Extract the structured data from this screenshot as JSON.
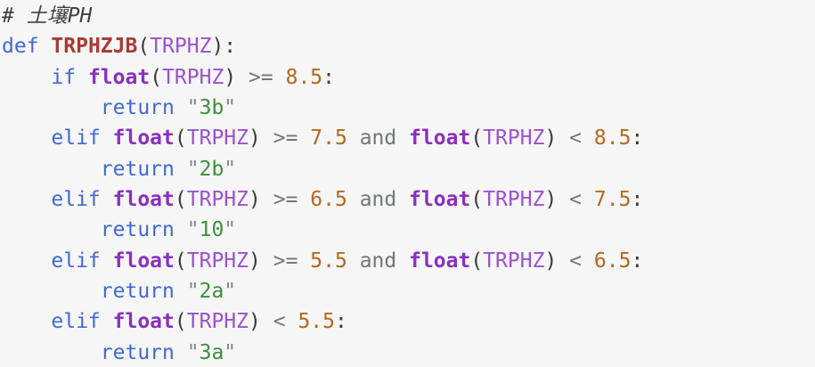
{
  "colors": {
    "background": "#f6f6f6",
    "comment": "#404040",
    "keyword": "#4169d1",
    "function": "#a93b32",
    "builtin": "#8a2fbe",
    "variable": "#9b51cf",
    "number": "#b5671d",
    "string": "#3e8e3e",
    "string_quote": "#7d858d",
    "operator": "#71767b",
    "punct": "#3a3a3a"
  },
  "code": {
    "language": "python",
    "comment_text": "# 土壤PH",
    "function_name": "TRPHZJB",
    "parameter": "TRPHZ",
    "return_values": [
      "3b",
      "2b",
      "10",
      "2a",
      "3a"
    ],
    "thresholds": [
      "8.5",
      "7.5",
      "6.5",
      "5.5"
    ],
    "lines": [
      [
        [
          "comment",
          "# 土壤PH"
        ]
      ],
      [
        [
          "kw",
          "def"
        ],
        [
          "plain",
          " "
        ],
        [
          "fn",
          "TRPHZJB"
        ],
        [
          "punct",
          "("
        ],
        [
          "var",
          "TRPHZ"
        ],
        [
          "punct",
          "):"
        ]
      ],
      [
        [
          "plain",
          "    "
        ],
        [
          "kw",
          "if"
        ],
        [
          "plain",
          " "
        ],
        [
          "builtin",
          "float"
        ],
        [
          "punct",
          "("
        ],
        [
          "var",
          "TRPHZ"
        ],
        [
          "punct",
          ")"
        ],
        [
          "plain",
          " "
        ],
        [
          "op",
          ">="
        ],
        [
          "plain",
          " "
        ],
        [
          "num",
          "8.5"
        ],
        [
          "punct",
          ":"
        ]
      ],
      [
        [
          "plain",
          "        "
        ],
        [
          "kw",
          "return"
        ],
        [
          "plain",
          " "
        ],
        [
          "strq",
          "\""
        ],
        [
          "str",
          "3b"
        ],
        [
          "strq",
          "\""
        ]
      ],
      [
        [
          "plain",
          "    "
        ],
        [
          "kw",
          "elif"
        ],
        [
          "plain",
          " "
        ],
        [
          "builtin",
          "float"
        ],
        [
          "punct",
          "("
        ],
        [
          "var",
          "TRPHZ"
        ],
        [
          "punct",
          ")"
        ],
        [
          "plain",
          " "
        ],
        [
          "op",
          ">="
        ],
        [
          "plain",
          " "
        ],
        [
          "num",
          "7.5"
        ],
        [
          "plain",
          " "
        ],
        [
          "op",
          "and"
        ],
        [
          "plain",
          " "
        ],
        [
          "builtin",
          "float"
        ],
        [
          "punct",
          "("
        ],
        [
          "var",
          "TRPHZ"
        ],
        [
          "punct",
          ")"
        ],
        [
          "plain",
          " "
        ],
        [
          "op",
          "<"
        ],
        [
          "plain",
          " "
        ],
        [
          "num",
          "8.5"
        ],
        [
          "punct",
          ":"
        ]
      ],
      [
        [
          "plain",
          "        "
        ],
        [
          "kw",
          "return"
        ],
        [
          "plain",
          " "
        ],
        [
          "strq",
          "\""
        ],
        [
          "str",
          "2b"
        ],
        [
          "strq",
          "\""
        ]
      ],
      [
        [
          "plain",
          "    "
        ],
        [
          "kw",
          "elif"
        ],
        [
          "plain",
          " "
        ],
        [
          "builtin",
          "float"
        ],
        [
          "punct",
          "("
        ],
        [
          "var",
          "TRPHZ"
        ],
        [
          "punct",
          ")"
        ],
        [
          "plain",
          " "
        ],
        [
          "op",
          ">="
        ],
        [
          "plain",
          " "
        ],
        [
          "num",
          "6.5"
        ],
        [
          "plain",
          " "
        ],
        [
          "op",
          "and"
        ],
        [
          "plain",
          " "
        ],
        [
          "builtin",
          "float"
        ],
        [
          "punct",
          "("
        ],
        [
          "var",
          "TRPHZ"
        ],
        [
          "punct",
          ")"
        ],
        [
          "plain",
          " "
        ],
        [
          "op",
          "<"
        ],
        [
          "plain",
          " "
        ],
        [
          "num",
          "7.5"
        ],
        [
          "punct",
          ":"
        ]
      ],
      [
        [
          "plain",
          "        "
        ],
        [
          "kw",
          "return"
        ],
        [
          "plain",
          " "
        ],
        [
          "strq",
          "\""
        ],
        [
          "str",
          "10"
        ],
        [
          "strq",
          "\""
        ]
      ],
      [
        [
          "plain",
          "    "
        ],
        [
          "kw",
          "elif"
        ],
        [
          "plain",
          " "
        ],
        [
          "builtin",
          "float"
        ],
        [
          "punct",
          "("
        ],
        [
          "var",
          "TRPHZ"
        ],
        [
          "punct",
          ")"
        ],
        [
          "plain",
          " "
        ],
        [
          "op",
          ">="
        ],
        [
          "plain",
          " "
        ],
        [
          "num",
          "5.5"
        ],
        [
          "plain",
          " "
        ],
        [
          "op",
          "and"
        ],
        [
          "plain",
          " "
        ],
        [
          "builtin",
          "float"
        ],
        [
          "punct",
          "("
        ],
        [
          "var",
          "TRPHZ"
        ],
        [
          "punct",
          ")"
        ],
        [
          "plain",
          " "
        ],
        [
          "op",
          "<"
        ],
        [
          "plain",
          " "
        ],
        [
          "num",
          "6.5"
        ],
        [
          "punct",
          ":"
        ]
      ],
      [
        [
          "plain",
          "        "
        ],
        [
          "kw",
          "return"
        ],
        [
          "plain",
          " "
        ],
        [
          "strq",
          "\""
        ],
        [
          "str",
          "2a"
        ],
        [
          "strq",
          "\""
        ]
      ],
      [
        [
          "plain",
          "    "
        ],
        [
          "kw",
          "elif"
        ],
        [
          "plain",
          " "
        ],
        [
          "builtin",
          "float"
        ],
        [
          "punct",
          "("
        ],
        [
          "var",
          "TRPHZ"
        ],
        [
          "punct",
          ")"
        ],
        [
          "plain",
          " "
        ],
        [
          "op",
          "<"
        ],
        [
          "plain",
          " "
        ],
        [
          "num",
          "5.5"
        ],
        [
          "punct",
          ":"
        ]
      ],
      [
        [
          "plain",
          "        "
        ],
        [
          "kw",
          "return"
        ],
        [
          "plain",
          " "
        ],
        [
          "strq",
          "\""
        ],
        [
          "str",
          "3a"
        ],
        [
          "strq",
          "\""
        ]
      ]
    ]
  }
}
